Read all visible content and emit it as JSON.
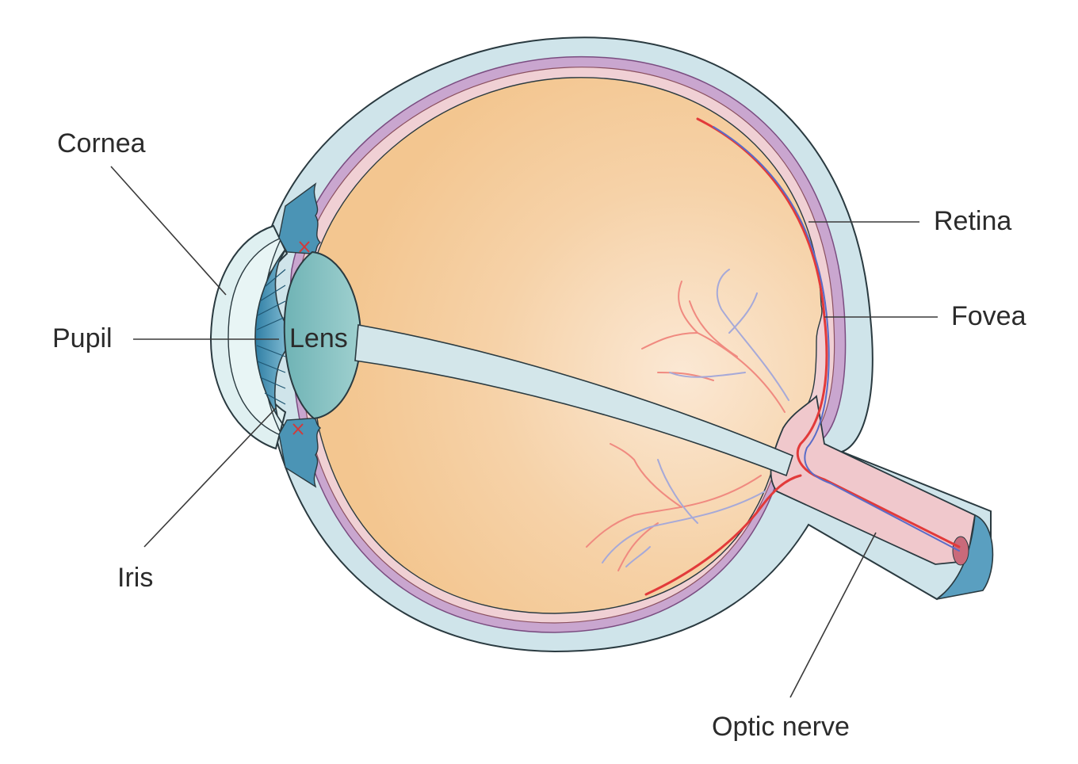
{
  "labels": {
    "cornea": "Cornea",
    "pupil": "Pupil",
    "iris": "Iris",
    "lens": "Lens",
    "retina": "Retina",
    "fovea": "Fovea",
    "optic_nerve": "Optic nerve"
  },
  "colors": {
    "sclera": "#cfe4ea",
    "choroid": "#c9a6cf",
    "retina": "#f0d0d4",
    "vitreous": "#f4c997",
    "vitreous_center": "#fbe6cf",
    "lens": "#8cc4c4",
    "iris": "#4b94b5",
    "cornea": "#dff0f1",
    "nerve": "#f0c8cc",
    "artery": "#e23a3a",
    "vein": "#5a6cc8"
  }
}
